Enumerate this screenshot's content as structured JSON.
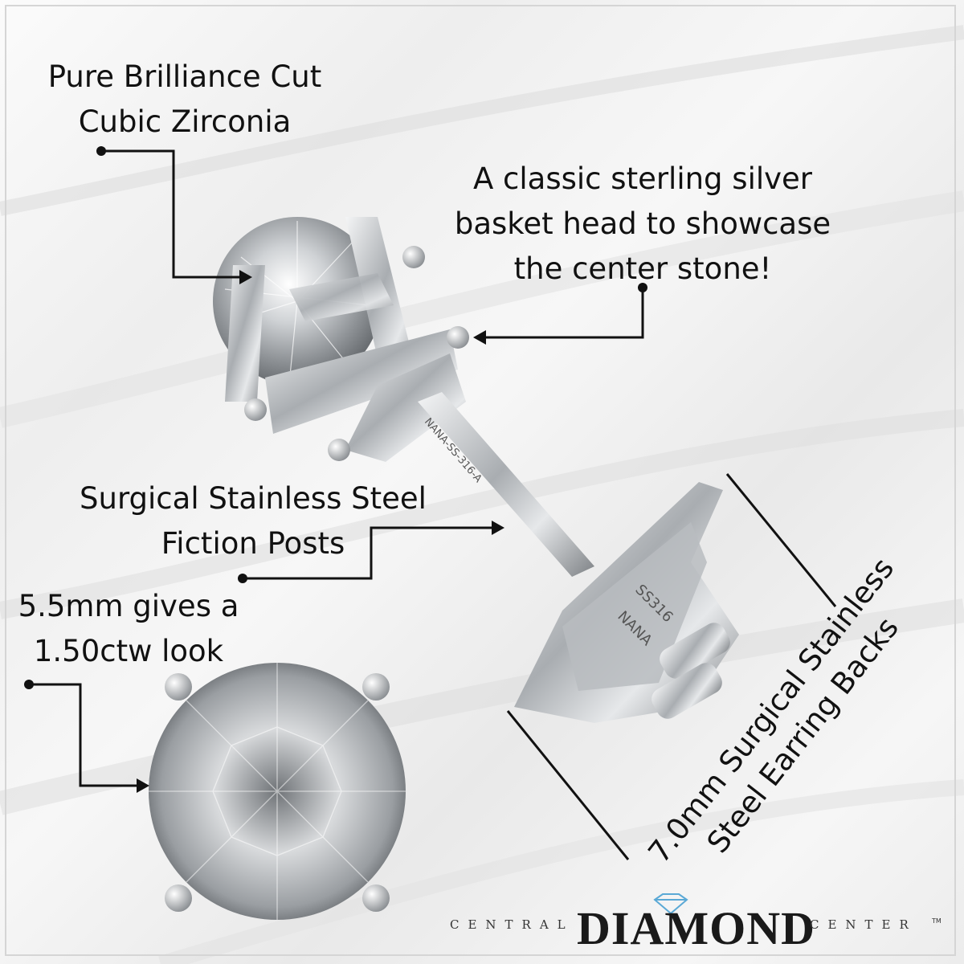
{
  "callouts": {
    "stone_line1": "Pure Brilliance Cut",
    "stone_line2": "Cubic Zirconia",
    "basket_line1": "A classic sterling silver",
    "basket_line2": "basket head to showcase",
    "basket_line3": "the center stone!",
    "post_line1": "Surgical Stainless Steel",
    "post_line2": "Fiction Posts",
    "size_line1": "5.5mm gives a",
    "size_line2": "1.50ctw look",
    "backs_line1": "7.0mm Surgical Stainless",
    "backs_line2": "Steel Earring Backs"
  },
  "engravings": {
    "post": "NANA-SS-316-A",
    "back_line1": "SS316",
    "back_line2": "NANA"
  },
  "brand": {
    "left": "CENTRAL",
    "main": "DIAMOND",
    "right": "CENTER",
    "tm": "TM"
  },
  "colors": {
    "text": "#111111",
    "metal": "#c9cccf",
    "logo_blue": "#5aa9d6"
  }
}
